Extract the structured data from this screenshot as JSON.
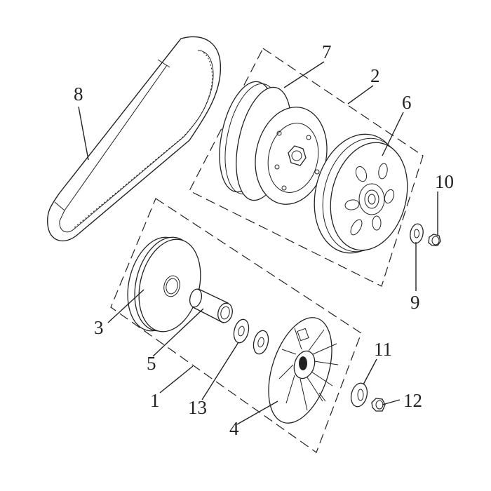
{
  "diagram": {
    "type": "exploded-parts-diagram",
    "subject": "CVT transmission (drive belt, clutch assembly, variator/drive pulley)",
    "callouts": [
      {
        "id": "1",
        "label": "1",
        "part": "drive pulley assembly group (lower dashed box)"
      },
      {
        "id": "2",
        "label": "2",
        "part": "driven pulley / clutch assembly group (upper dashed box)"
      },
      {
        "id": "3",
        "label": "3",
        "part": "movable drive face"
      },
      {
        "id": "4",
        "label": "4",
        "part": "fixed drive face / cooling fan"
      },
      {
        "id": "5",
        "label": "5",
        "part": "drive face collar / bushing"
      },
      {
        "id": "6",
        "label": "6",
        "part": "clutch outer bell"
      },
      {
        "id": "7",
        "label": "7",
        "part": "clutch assembly / driven pulley"
      },
      {
        "id": "8",
        "label": "8",
        "part": "drive belt (toothed)"
      },
      {
        "id": "9",
        "label": "9",
        "part": "washer"
      },
      {
        "id": "10",
        "label": "10",
        "part": "nut"
      },
      {
        "id": "11",
        "label": "11",
        "part": "washer"
      },
      {
        "id": "12",
        "label": "12",
        "part": "nut"
      },
      {
        "id": "13",
        "label": "13",
        "part": "washer"
      }
    ]
  }
}
